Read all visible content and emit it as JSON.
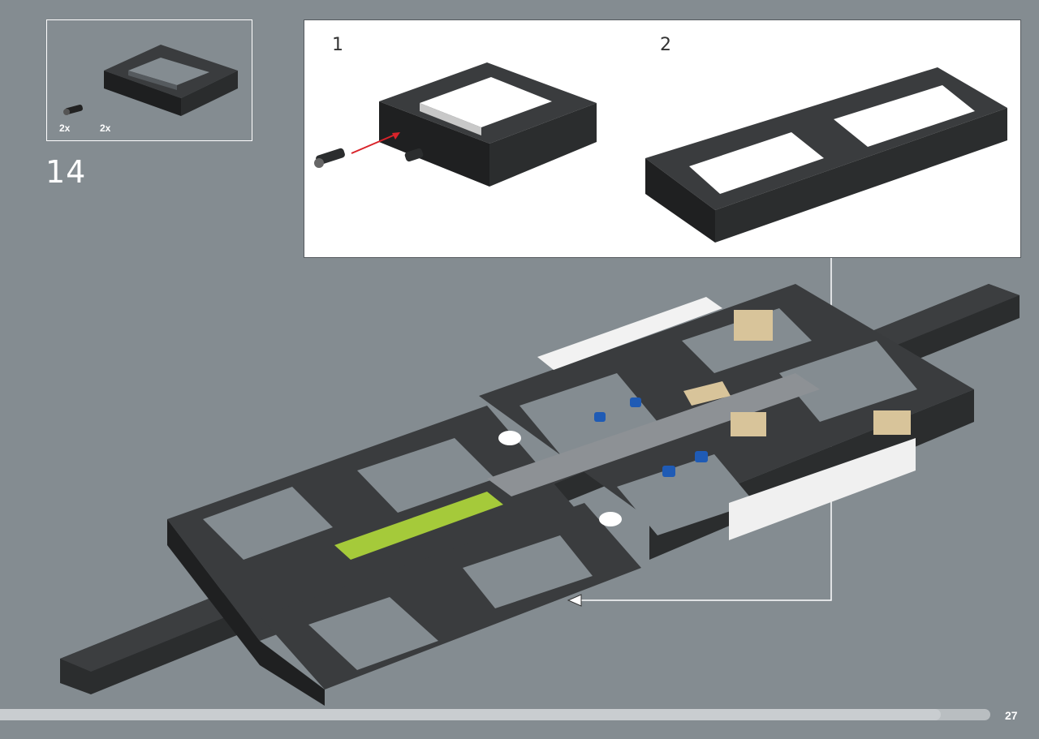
{
  "step": {
    "number": "14",
    "parts_list": {
      "items": [
        {
          "quantity": "2x",
          "icon": "black-technic-pin-icon"
        },
        {
          "quantity": "2x",
          "icon": "black-technic-frame-icon"
        }
      ]
    }
  },
  "callout": {
    "substeps": [
      {
        "number": "1"
      },
      {
        "number": "2"
      }
    ]
  },
  "progress": {
    "fraction": 0.95
  },
  "page": {
    "number": "27"
  },
  "colors": {
    "background": "#848c91",
    "brick_black": "#2b2d2f",
    "brick_lime": "#a5ca3a",
    "brick_tan": "#d8c49a",
    "brick_blue": "#1f5bb5",
    "arrow_red": "#d9232a"
  }
}
